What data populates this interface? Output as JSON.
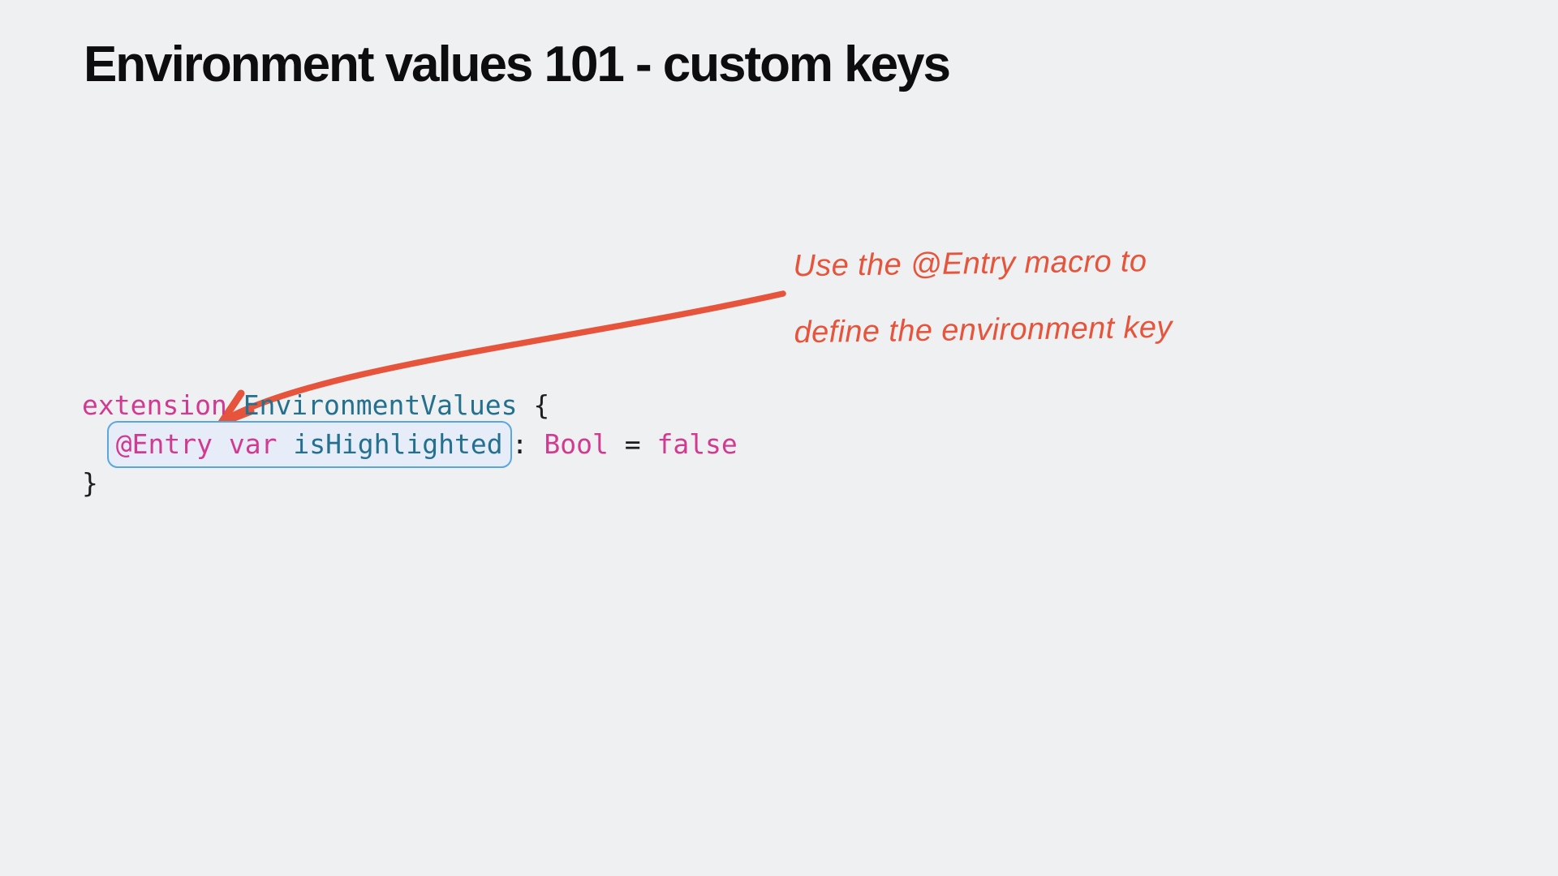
{
  "title": "Environment values 101 - custom keys",
  "annotation": {
    "lines": [
      "Use the @Entry macro to",
      "define the environment key"
    ],
    "color": "#e6543c"
  },
  "code": {
    "language": "swift",
    "line1": {
      "keyword": "extension",
      "sep": " ",
      "type": "EnvironmentValues",
      "tail": " {"
    },
    "line2": {
      "indent": "  ",
      "boxed": {
        "macro": "@Entry",
        "sp1": " ",
        "keyword": "var",
        "sp2": " ",
        "name": "isHighlighted"
      },
      "colon": ": ",
      "type": "Bool",
      "equals": " = ",
      "value": "false"
    },
    "line3": {
      "brace": "}"
    }
  },
  "colors": {
    "background": "#eef0f1",
    "title": "#0d0d0f",
    "code_keyword": "#d23a92",
    "code_type": "#23708f",
    "code_plain": "#1d1d20",
    "box_fill": "#e6edf8",
    "box_border": "#5aa7de",
    "arrow": "#e6543c"
  }
}
